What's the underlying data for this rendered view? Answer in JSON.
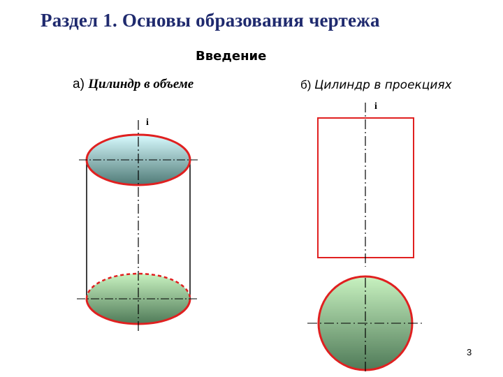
{
  "slide": {
    "title": "Раздел 1. Основы образования чертежа",
    "subtitle": "Введение",
    "page_number": "3"
  },
  "figure_a": {
    "caption_prefix": "а) ",
    "caption_text": "Цилиндр в объеме",
    "axis_label": "i"
  },
  "figure_b": {
    "caption_prefix": "б) ",
    "caption_text": "Цилиндр в проекциях",
    "axis_label": "i"
  },
  "colors": {
    "title": "#1f2a6e",
    "outline_red": "#e02020",
    "top_face_light": "#d8fbff",
    "top_face_dark": "#4f7a76",
    "bottom_face_light": "#c8f2c0",
    "bottom_face_dark": "#4f7a58"
  }
}
